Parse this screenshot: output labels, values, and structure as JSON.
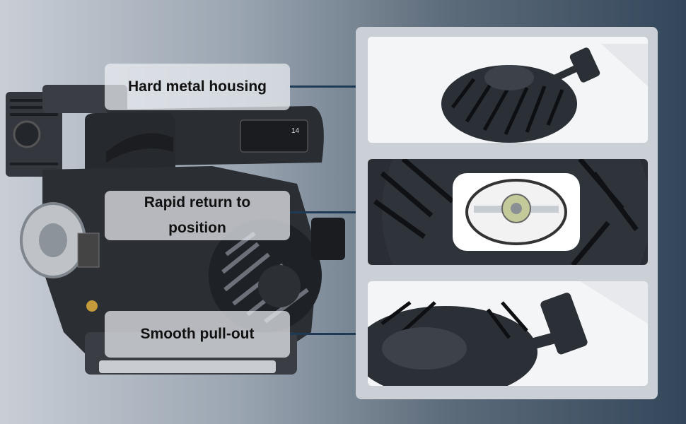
{
  "callouts": [
    {
      "id": "housing",
      "label": "Hard metal housing"
    },
    {
      "id": "return",
      "label": "Rapid return to position"
    },
    {
      "id": "pullout",
      "label": "Smooth pull-out"
    }
  ],
  "engine": {
    "badge": "14"
  },
  "colors": {
    "leader": "#1f3a55",
    "panel": "#cbd0d6",
    "starter": "#2b2f36",
    "callout_bg": "#ebeef2"
  },
  "icons": [
    "engine-image",
    "recoil-starter-top-image",
    "recoil-starter-closeup-image",
    "recoil-starter-handle-image"
  ]
}
